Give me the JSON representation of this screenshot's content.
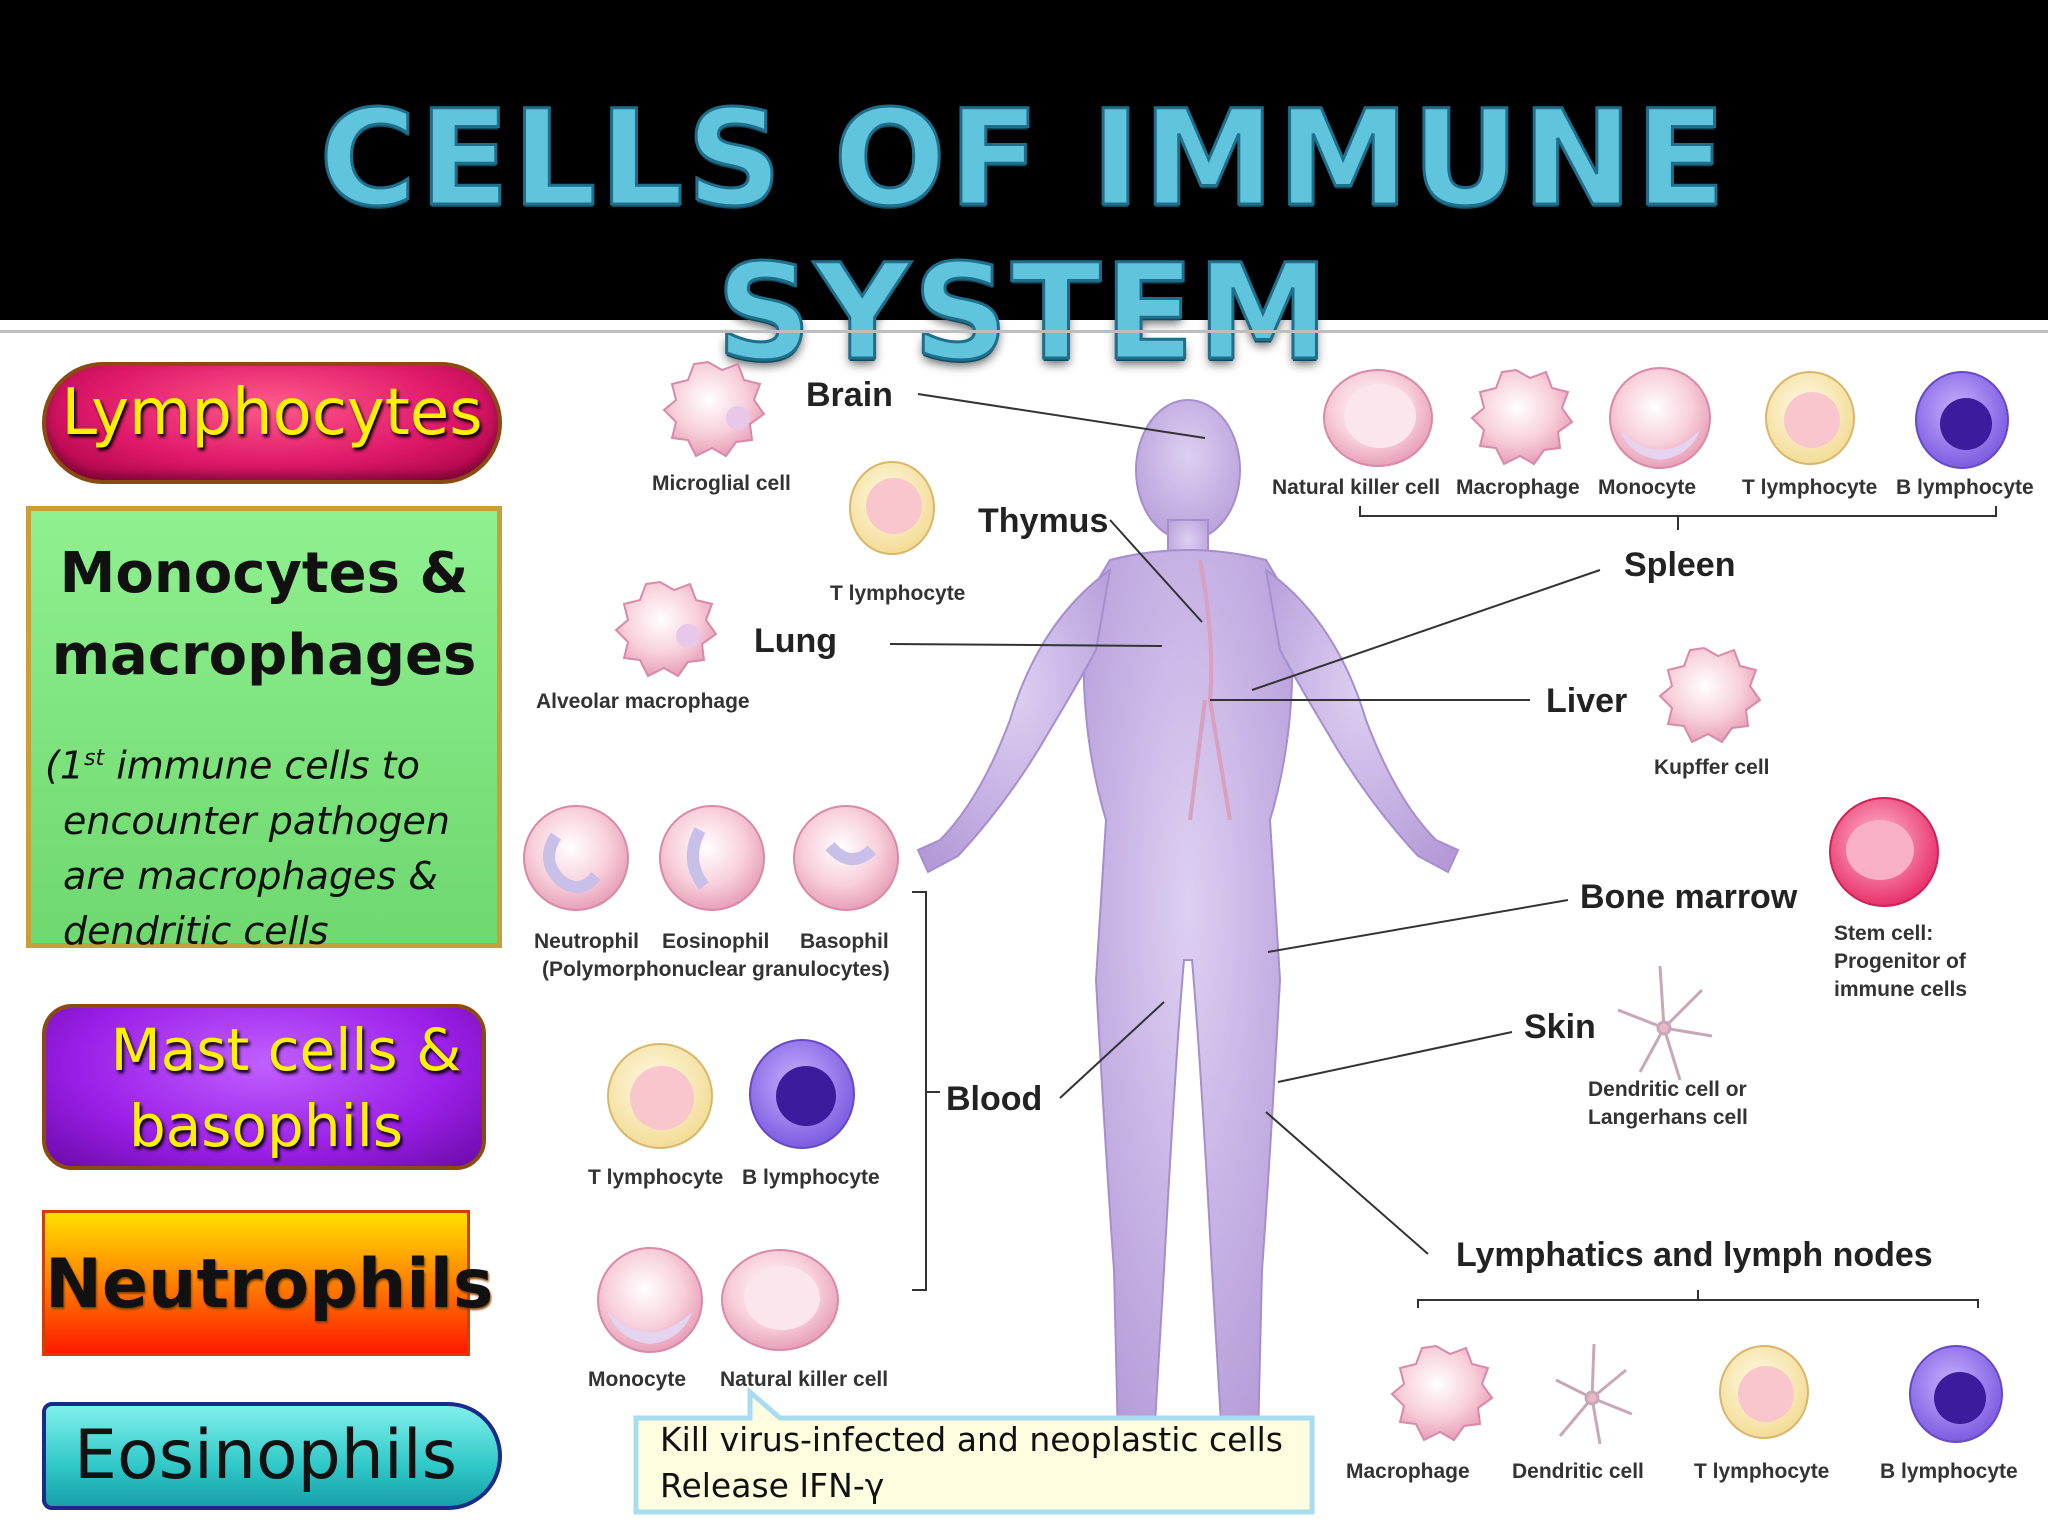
{
  "title": "CELLS OF IMMUNE SYSTEM",
  "side_labels": {
    "lymphocytes": "Lymphocytes",
    "monocytes_title_line1": "Monocytes &",
    "monocytes_title_line2": "macrophages",
    "monocytes_note_prefix": "(1",
    "monocytes_note_sup": "st",
    "monocytes_note_line1_rest": " immune cells to",
    "monocytes_note_line2": "encounter pathogen",
    "monocytes_note_line3": "are macrophages &",
    "monocytes_note_line4": "dendritic cells",
    "mast_line1": "Mast cells &",
    "mast_line2": "basophils",
    "neutrophils": "Neutrophils",
    "eosinophils": "Eosinophils"
  },
  "organs": {
    "brain": "Brain",
    "thymus": "Thymus",
    "lung": "Lung",
    "spleen": "Spleen",
    "liver": "Liver",
    "bone_marrow": "Bone marrow",
    "skin": "Skin",
    "blood": "Blood",
    "lymphatics": "Lymphatics and lymph nodes"
  },
  "cell_labels": {
    "microglial": "Microglial cell",
    "t_lymph_thymus": "T lymphocyte",
    "alveolar": "Alveolar macrophage",
    "spleen_nk": "Natural killer cell",
    "spleen_macrophage": "Macrophage",
    "spleen_monocyte": "Monocyte",
    "spleen_t": "T lymphocyte",
    "spleen_b": "B lymphocyte",
    "kupffer": "Kupffer cell",
    "neutrophil": "Neutrophil",
    "eosinophil": "Eosinophil",
    "basophil": "Basophil",
    "polymorph": "(Polymorphonuclear granulocytes)",
    "blood_t": "T lymphocyte",
    "blood_b": "B lymphocyte",
    "blood_monocyte": "Monocyte",
    "blood_nk": "Natural killer cell",
    "stem_line1": "Stem cell:",
    "stem_line2": "Progenitor of",
    "stem_line3": "immune cells",
    "dendritic_line1": "Dendritic cell or",
    "dendritic_line2": "Langerhans cell",
    "lymph_macrophage": "Macrophage",
    "lymph_dendritic": "Dendritic cell",
    "lymph_t": "T lymphocyte",
    "lymph_b": "B lymphocyte"
  },
  "callout": {
    "line1": "Kill virus-infected and neoplastic cells",
    "line2": "Release IFN-γ"
  },
  "colors": {
    "header_bg": "#000000",
    "title_fill": "#5fc4dc",
    "lymphocytes_pill": "#e0196a",
    "lymphocytes_text": "#fff200",
    "monocytes_box": "#7ee27e",
    "mast_pill": "#9b1fe8",
    "mast_text": "#fff200",
    "neutrophils_pill": "#ff8000",
    "eosinophils_pill": "#40d0d0",
    "body": "#c9b4e6"
  }
}
